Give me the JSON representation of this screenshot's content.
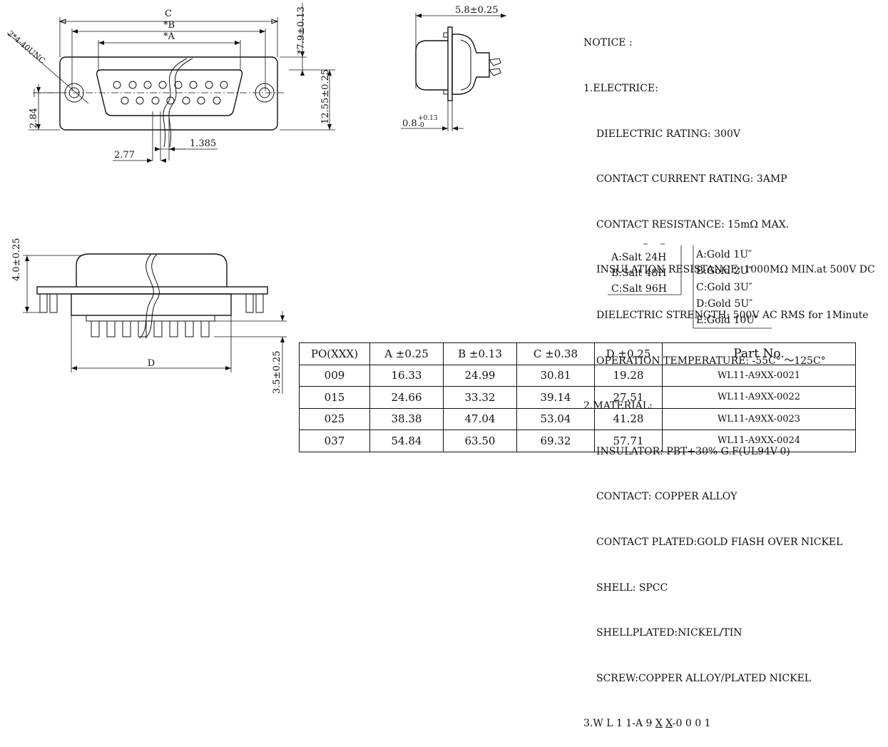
{
  "labels": {
    "c": "C",
    "b": "*B",
    "a": "*A",
    "screw": "2*4-40UNC",
    "dim_7_9": "*7.9±0.13",
    "dim_12_55": "12.55±0.25",
    "dim_2_84": "2.84",
    "dim_2_77": "2.77",
    "dim_1_385": "1.385",
    "dim_5_8": "5.8±0.25",
    "dim_0_8_base": "0.8",
    "dim_0_8_tol": "+0.13",
    "dim_0_8_tol2": "-0",
    "dim_4_0": "4.0±0.25",
    "d": "D",
    "dim_3_5": "3.5±0.25"
  },
  "notice": {
    "title": "NOTICE :",
    "s1": "1.ELECTRICE:",
    "s1_items": [
      "DIELECTRIC RATING: 300V",
      "CONTACT CURRENT RATING: 3AMP",
      "CONTACT RESISTANCE: 15mΩ MAX.",
      "INSULATION RESISTANCE: 1000MΩ MIN.at 500V DC",
      "DIELECTRIC STRENGTH: 500V AC RMS for 1Minute",
      "OPERATION TEMPERATURE: -55C° ～125C°"
    ],
    "s2": "2.MATERIAL:",
    "s2_items": [
      "INSULATOR: PBT+30% G.F(UL94V-0)",
      "CONTACT: COPPER ALLOY",
      "CONTACT PLATED:GOLD FIASH OVER NICKEL",
      "SHELL: SPCC",
      "SHELLPLATED:NICKEL/TIN",
      "SCREW:COPPER ALLOY/PLATED NICKEL"
    ],
    "s3_prefix": "3.W L 1 1-A 9 ",
    "s3_x1": "X",
    "s3_x2": "X",
    "s3_suffix": "-0 0 0 1",
    "salt": [
      "A:Salt 24H",
      "B:Salt 48H",
      "C:Salt 96H"
    ],
    "gold": [
      "A:Gold 1U″",
      "B:Gold 2U″",
      "C:Gold 3U″",
      "D:Gold 5U″",
      "E:Gold 10U″"
    ]
  },
  "table": {
    "headers": [
      "PO(XXX)",
      "A ±0.25",
      "B ±0.13",
      "C ±0.38",
      "D ±0.25",
      "Part   No."
    ],
    "rows": [
      [
        "009",
        "16.33",
        "24.99",
        "30.81",
        "19.28",
        "WL11-A9XX-0021"
      ],
      [
        "015",
        "24.66",
        "33.32",
        "39.14",
        "27.51",
        "WL11-A9XX-0022"
      ],
      [
        "025",
        "38.38",
        "47.04",
        "53.04",
        "41.28",
        "WL11-A9XX-0023"
      ],
      [
        "037",
        "54.84",
        "63.50",
        "69.32",
        "57.71",
        "WL11-A9XX-0024"
      ]
    ]
  }
}
